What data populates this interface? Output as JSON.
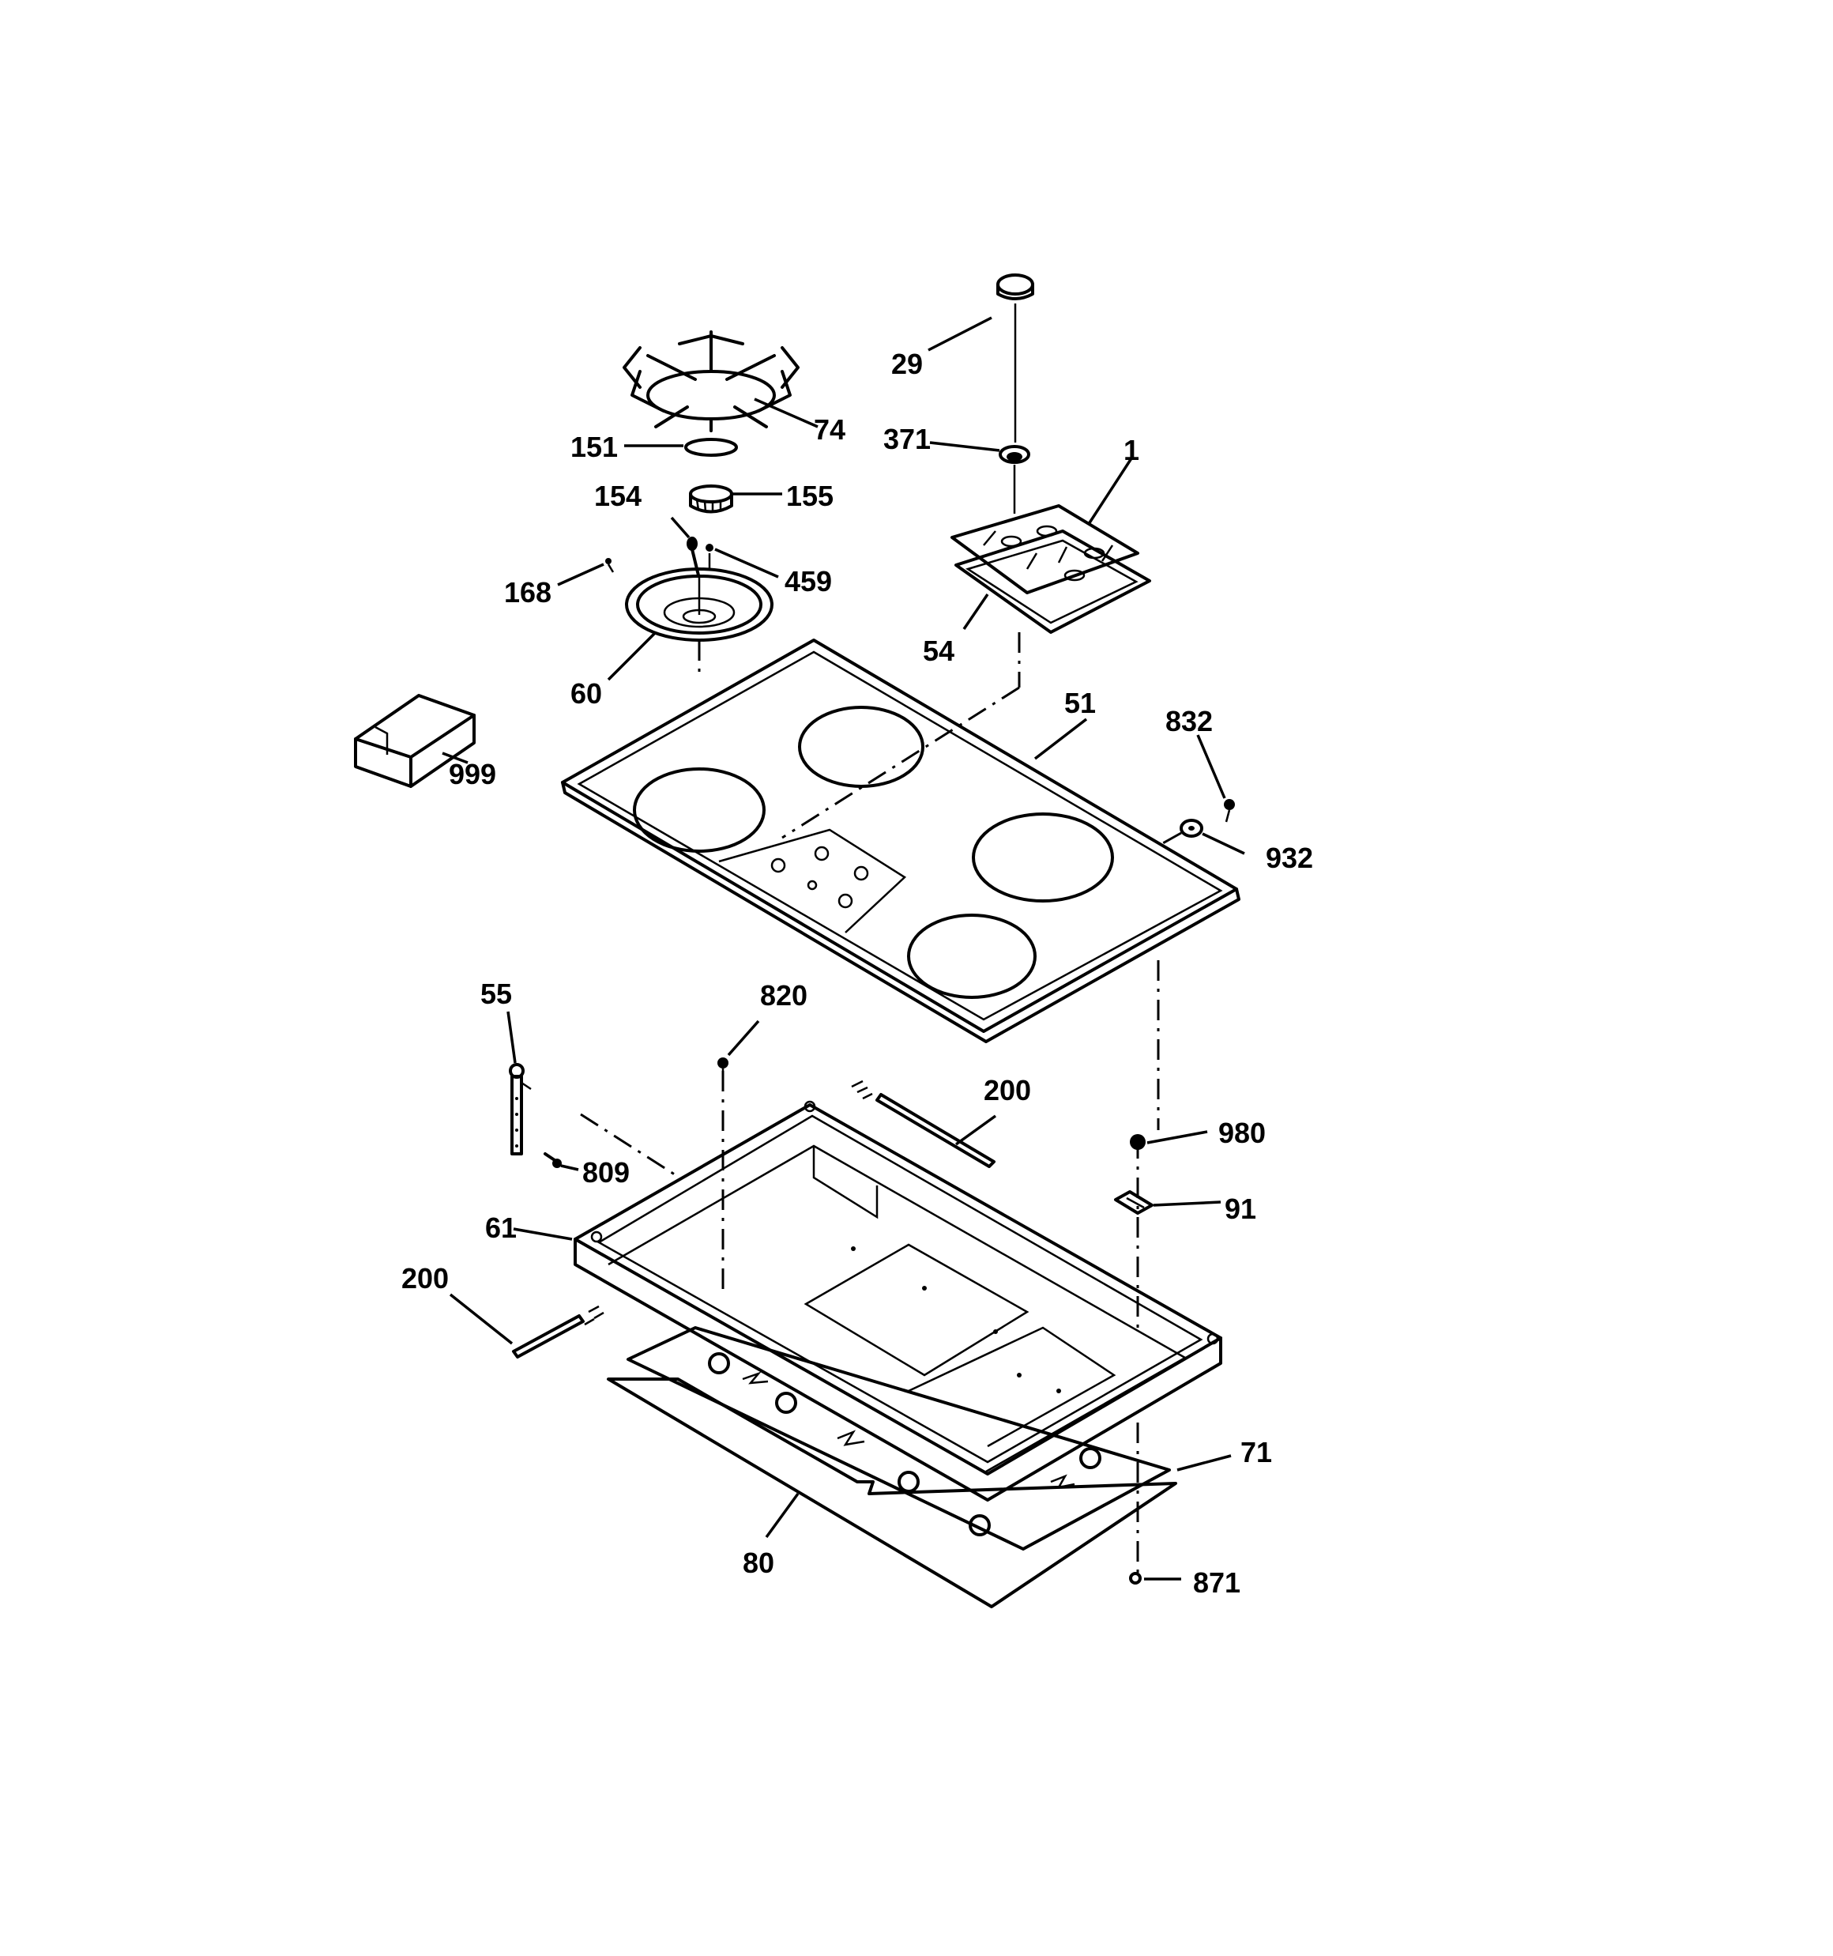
{
  "diagram": {
    "callouts": {
      "c1": "1",
      "c29": "29",
      "c371": "371",
      "c74": "74",
      "c151": "151",
      "c155": "155",
      "c154": "154",
      "c459": "459",
      "c168": "168",
      "c54": "54",
      "c60": "60",
      "c51": "51",
      "c832": "832",
      "c999": "999",
      "c932": "932",
      "c55": "55",
      "c820": "820",
      "c200_top": "200",
      "c980": "980",
      "c809": "809",
      "c91": "91",
      "c61": "61",
      "c200_left": "200",
      "c71": "71",
      "c80": "80",
      "c871": "871"
    }
  }
}
